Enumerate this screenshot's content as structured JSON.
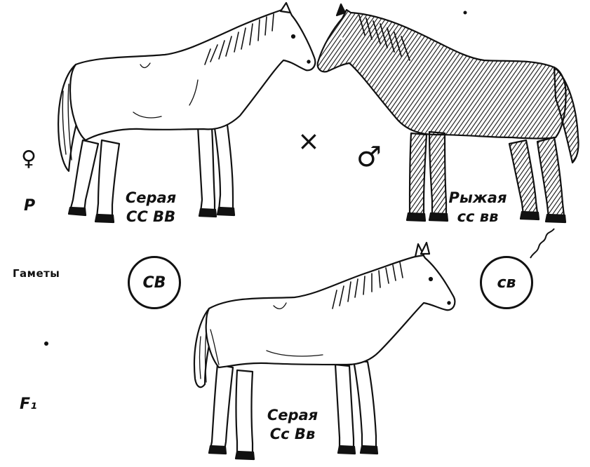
{
  "generation_labels": {
    "parents": "P",
    "gametes": "Гаметы",
    "f1": "F₁"
  },
  "symbols": {
    "female": "♀",
    "male": "♂",
    "cross": "×"
  },
  "parents": {
    "female": {
      "color": "Серая",
      "genotype": "CC BB",
      "icon": "gray-horse-icon"
    },
    "male": {
      "color": "Рыжая",
      "genotype": "cc вв",
      "icon": "chestnut-horse-icon"
    }
  },
  "gametes": {
    "female": "CB",
    "male": "cв"
  },
  "offspring": {
    "color": "Серая",
    "genotype": "Cc Вв",
    "icon": "gray-foal-icon"
  },
  "colors": {
    "ink": "#111111",
    "background": "#ffffff"
  }
}
